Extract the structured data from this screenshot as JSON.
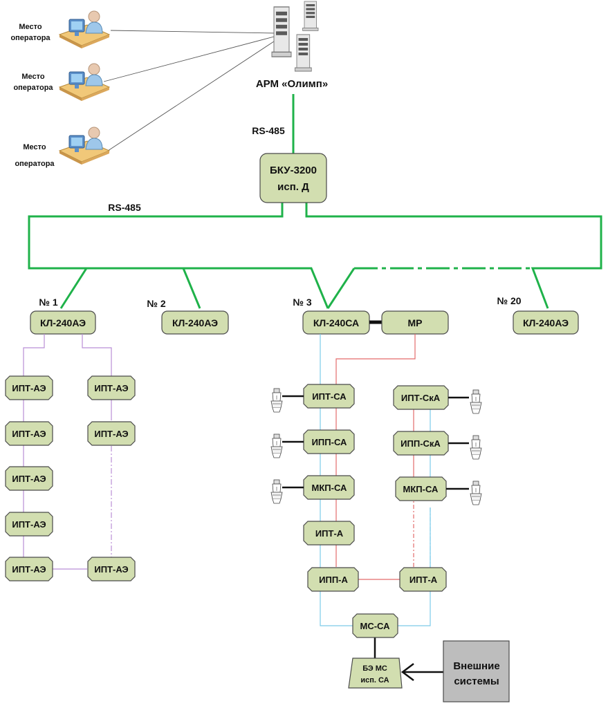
{
  "colors": {
    "node_fill": "#d2deb0",
    "bus_green": "#1fb24a",
    "wire_purple": "#b98ed6",
    "wire_blue": "#7ccbe8",
    "wire_red": "#e36b6b",
    "ext_fill": "#bdbdbd"
  },
  "top": {
    "arm_label": "АРМ «Олимп»",
    "rs485_top": "RS-485",
    "rs485_bus": "RS-485",
    "operators": [
      {
        "line1": "Место",
        "line2": "оператора"
      },
      {
        "line1": "Место",
        "line2": "оператора"
      },
      {
        "line1": "Место",
        "line2": "оператора"
      }
    ],
    "bku": {
      "line1": "БКУ-3200",
      "line2": "исп. Д"
    }
  },
  "controllers": {
    "c1": {
      "num": "№ 1",
      "label": "КЛ-240АЭ"
    },
    "c2": {
      "num": "№ 2",
      "label": "КЛ-240АЭ"
    },
    "c3": {
      "num": "№ 3",
      "label": "КЛ-240СА"
    },
    "c20": {
      "num": "№ 20",
      "label": "КЛ-240АЭ"
    },
    "mr": "МР"
  },
  "branch_a": {
    "left": [
      "ИПТ-АЭ",
      "ИПТ-АЭ",
      "ИПТ-АЭ",
      "ИПТ-АЭ",
      "ИПТ-АЭ"
    ],
    "right": [
      "ИПТ-АЭ",
      "ИПТ-АЭ",
      "ИПТ-АЭ"
    ]
  },
  "branch_b": {
    "left": [
      "ИПТ-СА",
      "ИПП-СА",
      "МКП-СА",
      "ИПТ-А",
      "ИПП-А"
    ],
    "right": [
      "ИПТ-СкА",
      "ИПП-СкА",
      "МКП-СА",
      "ИПТ-А"
    ],
    "ms": "МС-СА",
    "be": {
      "line1": "БЭ МС",
      "line2": "исп. СА"
    },
    "external": {
      "line1": "Внешние",
      "line2": "системы"
    }
  },
  "icons": [
    "server-icon",
    "operator-workstation-icon",
    "sensor-bulb-icon"
  ]
}
